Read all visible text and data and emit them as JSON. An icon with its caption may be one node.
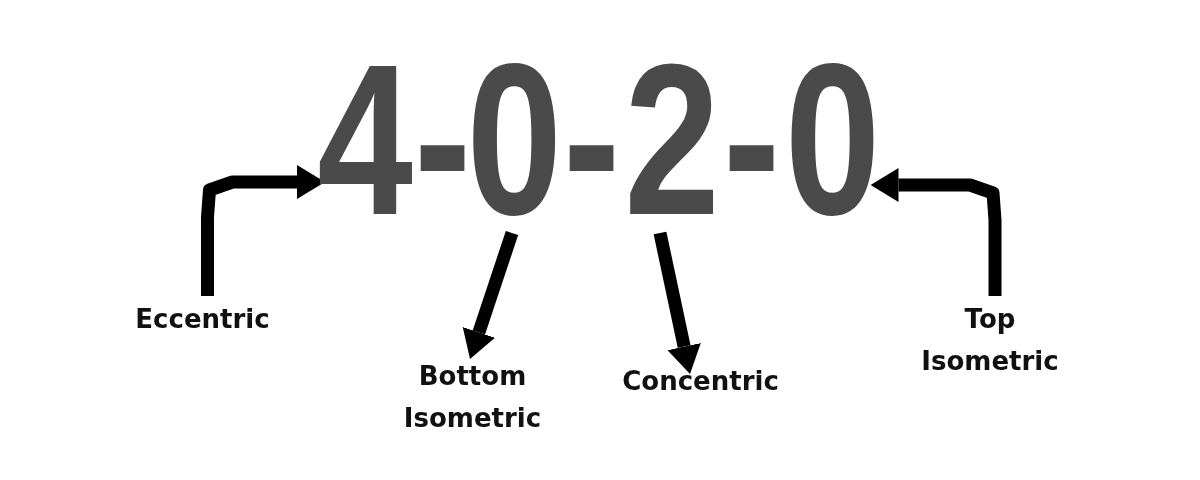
{
  "diagram": {
    "nodes": [
      {
        "text": [
          "4"
        ]
      },
      {
        "text": [
          "0"
        ]
      },
      {
        "text": [
          "2"
        ]
      },
      {
        "text": [
          "0"
        ]
      },
      {
        "text": [
          "Eccentric"
        ]
      },
      {
        "text": [
          "Bottom Isometric"
        ]
      },
      {
        "text": [
          "Concentric"
        ]
      },
      {
        "text": [
          "Top Isometric"
        ]
      }
    ],
    "edges": [
      {
        "from": 4,
        "to": 0,
        "arrow": "to"
      },
      {
        "from": 1,
        "to": 5,
        "arrow": "to"
      },
      {
        "from": 2,
        "to": 6,
        "arrow": "to"
      },
      {
        "from": 7,
        "to": 3,
        "arrow": "to"
      }
    ],
    "labels": [
      "-",
      "-",
      "-"
    ]
  }
}
